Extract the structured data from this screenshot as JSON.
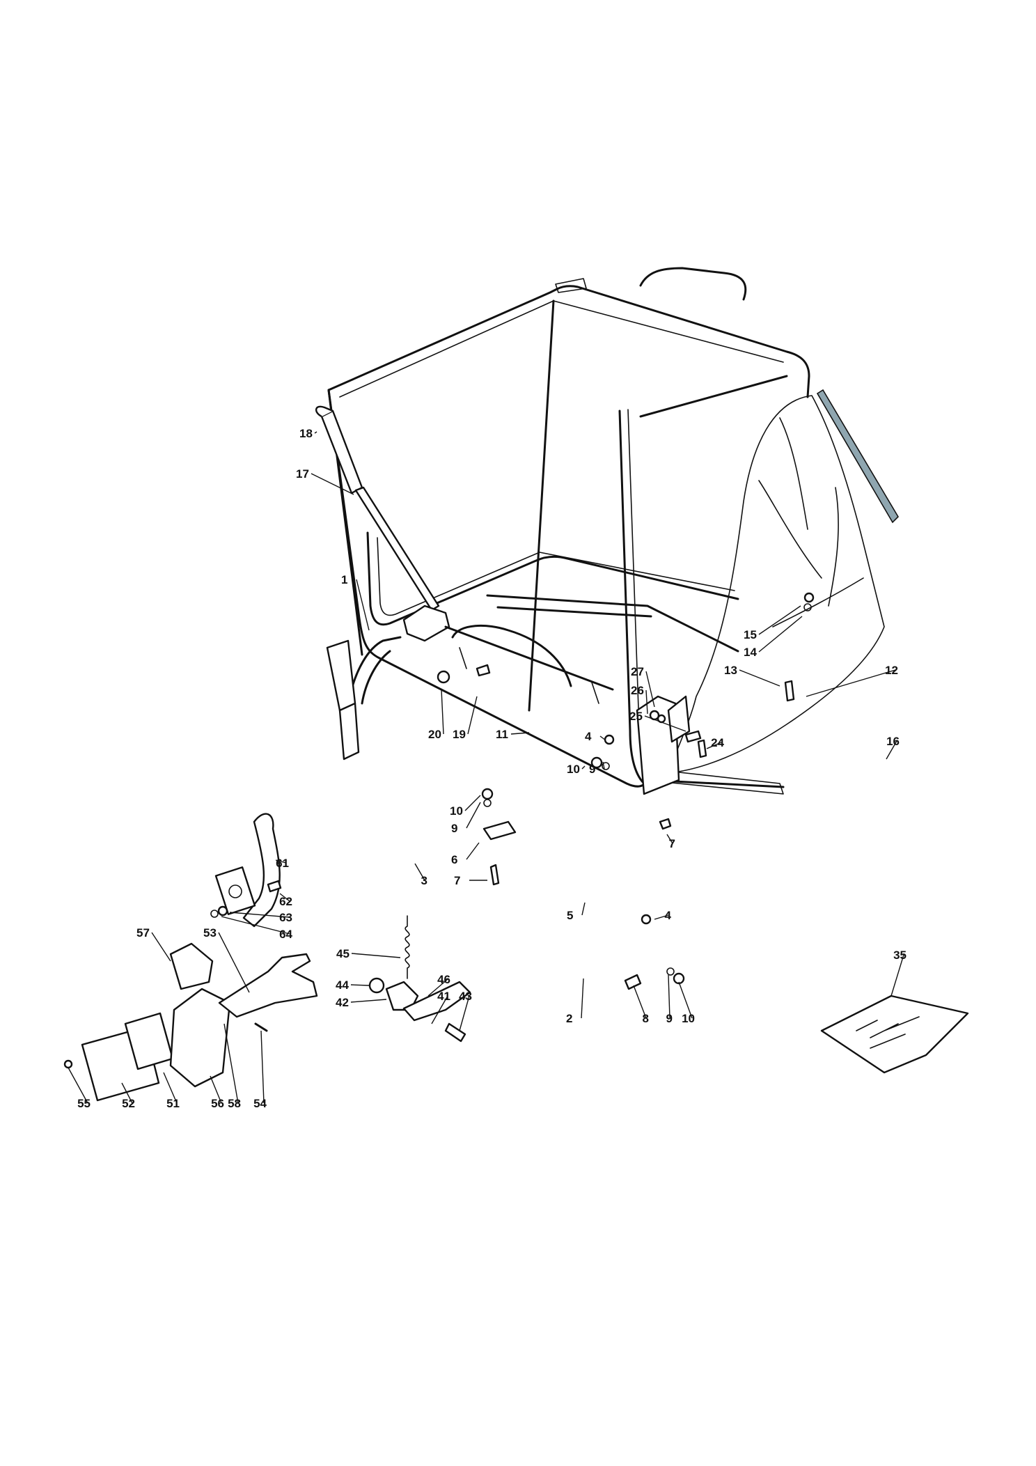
{
  "diagram": {
    "bag_fill": "#c8c8c8",
    "bag_trim": "#8fa6b0",
    "callouts": [
      {
        "label": "18"
      },
      {
        "label": "17"
      },
      {
        "label": "1"
      },
      {
        "label": "15"
      },
      {
        "label": "14"
      },
      {
        "label": "27"
      },
      {
        "label": "26"
      },
      {
        "label": "13"
      },
      {
        "label": "12"
      },
      {
        "label": "25"
      },
      {
        "label": "20"
      },
      {
        "label": "19"
      },
      {
        "label": "11"
      },
      {
        "label": "4"
      },
      {
        "label": "24"
      },
      {
        "label": "16"
      },
      {
        "label": "10"
      },
      {
        "label": "9"
      },
      {
        "label": "10"
      },
      {
        "label": "9"
      },
      {
        "label": "7"
      },
      {
        "label": "6"
      },
      {
        "label": "7"
      },
      {
        "label": "3"
      },
      {
        "label": "61"
      },
      {
        "label": "62"
      },
      {
        "label": "63"
      },
      {
        "label": "64"
      },
      {
        "label": "5"
      },
      {
        "label": "4"
      },
      {
        "label": "35"
      },
      {
        "label": "57"
      },
      {
        "label": "53"
      },
      {
        "label": "45"
      },
      {
        "label": "46"
      },
      {
        "label": "41"
      },
      {
        "label": "43"
      },
      {
        "label": "44"
      },
      {
        "label": "42"
      },
      {
        "label": "2"
      },
      {
        "label": "8"
      },
      {
        "label": "9"
      },
      {
        "label": "10"
      },
      {
        "label": "55"
      },
      {
        "label": "52"
      },
      {
        "label": "51"
      },
      {
        "label": "56"
      },
      {
        "label": "58"
      },
      {
        "label": "54"
      }
    ]
  }
}
